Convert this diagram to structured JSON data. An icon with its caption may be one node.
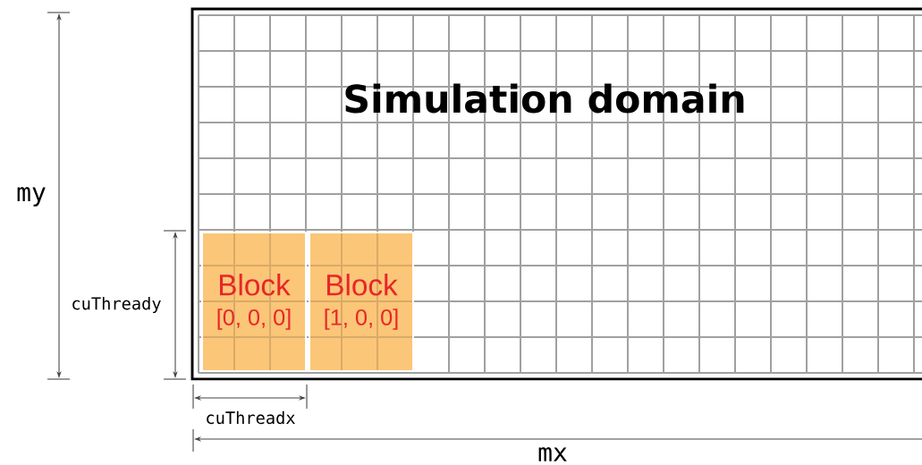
{
  "diagram": {
    "nodes": [
      {
        "text": [
          "Simulation domain"
        ]
      },
      {
        "text": [
          "Block",
          "[0, 0, 0]"
        ],
        "in": 0
      },
      {
        "text": [
          "Block",
          "[1, 0, 0]"
        ],
        "in": 0
      }
    ],
    "labels": [
      "my",
      "cuThready",
      "cuThreadx",
      "mx"
    ]
  }
}
